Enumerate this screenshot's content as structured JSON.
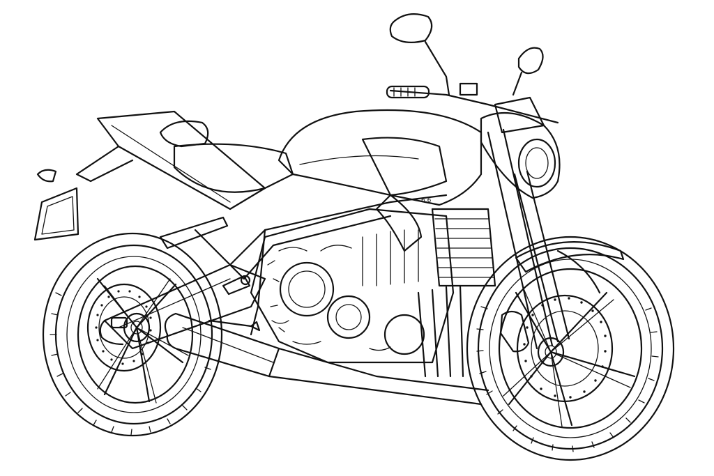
{
  "image": {
    "subject": "motorcycle",
    "style": "line-art",
    "colors": {
      "ink": "#111111",
      "paper": "#ffffff"
    },
    "tank_mark": "6.6"
  }
}
